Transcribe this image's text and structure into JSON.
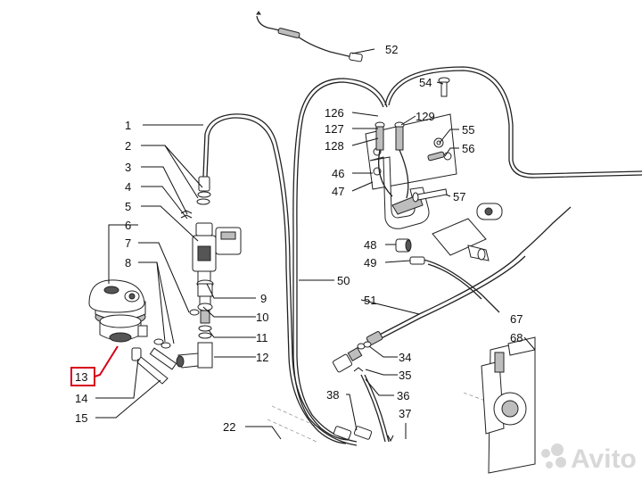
{
  "diagram": {
    "callouts": [
      {
        "id": "1",
        "label": "1"
      },
      {
        "id": "2",
        "label": "2"
      },
      {
        "id": "3",
        "label": "3"
      },
      {
        "id": "4",
        "label": "4"
      },
      {
        "id": "5",
        "label": "5"
      },
      {
        "id": "6",
        "label": "6"
      },
      {
        "id": "7",
        "label": "7"
      },
      {
        "id": "8",
        "label": "8"
      },
      {
        "id": "9",
        "label": "9"
      },
      {
        "id": "10",
        "label": "10"
      },
      {
        "id": "11",
        "label": "11"
      },
      {
        "id": "12",
        "label": "12"
      },
      {
        "id": "13",
        "label": "13"
      },
      {
        "id": "14",
        "label": "14"
      },
      {
        "id": "15",
        "label": "15"
      },
      {
        "id": "22",
        "label": "22"
      },
      {
        "id": "34",
        "label": "34"
      },
      {
        "id": "35",
        "label": "35"
      },
      {
        "id": "36",
        "label": "36"
      },
      {
        "id": "37",
        "label": "37"
      },
      {
        "id": "38",
        "label": "38"
      },
      {
        "id": "46",
        "label": "46"
      },
      {
        "id": "47",
        "label": "47"
      },
      {
        "id": "48",
        "label": "48"
      },
      {
        "id": "49",
        "label": "49"
      },
      {
        "id": "50",
        "label": "50"
      },
      {
        "id": "51",
        "label": "51"
      },
      {
        "id": "52",
        "label": "52"
      },
      {
        "id": "54",
        "label": "54"
      },
      {
        "id": "55",
        "label": "55"
      },
      {
        "id": "56",
        "label": "56"
      },
      {
        "id": "57",
        "label": "57"
      },
      {
        "id": "126",
        "label": "126"
      },
      {
        "id": "127",
        "label": "127"
      },
      {
        "id": "128",
        "label": "128"
      },
      {
        "id": "129",
        "label": "129"
      },
      {
        "id": "67",
        "label": "67"
      },
      {
        "id": "68",
        "label": "68"
      }
    ],
    "highlighted": "13",
    "highlight_color": "#d9001b"
  },
  "watermark": {
    "text": "Avito"
  }
}
